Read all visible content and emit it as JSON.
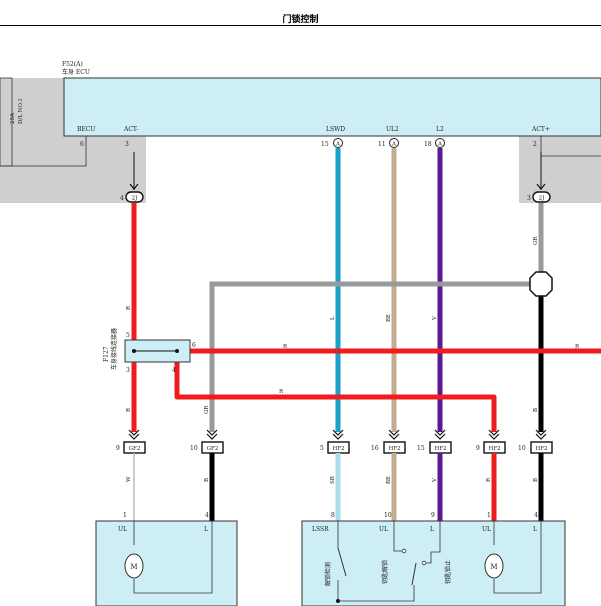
{
  "title": "门锁控制",
  "ecu": {
    "code": "F52(A)",
    "name": "车身 ECU",
    "pins": [
      {
        "name": "BECU",
        "number": "6"
      },
      {
        "name": "ACT-",
        "number": "3"
      },
      {
        "name": "LSWD",
        "number": "15",
        "marker": "A"
      },
      {
        "name": "UL2",
        "number": "11",
        "marker": "A"
      },
      {
        "name": "L2",
        "number": "18",
        "marker": "A"
      },
      {
        "name": "ACT+",
        "number": "2"
      }
    ]
  },
  "fuse": {
    "rating": "25A",
    "name": "D/L NO.1"
  },
  "connectors": {
    "j1_left": {
      "pin": "4",
      "id": "2J"
    },
    "j1_right": {
      "pin": "3",
      "id": "2J"
    }
  },
  "junction": {
    "code": "F127",
    "name": "车身接线连接器",
    "pins": [
      "5",
      "6",
      "3",
      "4"
    ]
  },
  "wire_colors": {
    "gr_right": "GR",
    "r_left_upper": "R",
    "l": "L",
    "be": "BE",
    "v": "V",
    "r_main": "R",
    "r_lower": "R",
    "r_left_lower": "R",
    "gr_left": "GR",
    "b_right": "B",
    "w": "W",
    "b_left": "B",
    "sb": "SB",
    "be_lower": "BE",
    "v_lower": "V",
    "r_right_lower": "R",
    "b_far": "B"
  },
  "plugs": [
    {
      "pin": "9",
      "id": "GF2"
    },
    {
      "pin": "10",
      "id": "GF2"
    },
    {
      "pin": "5",
      "id": "HF2"
    },
    {
      "pin": "16",
      "id": "HF2"
    },
    {
      "pin": "15",
      "id": "HF2"
    },
    {
      "pin": "9",
      "id": "HF2"
    },
    {
      "pin": "10",
      "id": "HF2"
    }
  ],
  "left_actuator": {
    "pin_ul": "1",
    "pin_l": "4",
    "label_ul": "UL",
    "label_l": "L",
    "motor": "M"
  },
  "right_actuator": {
    "pins": [
      "8",
      "10",
      "9",
      "1",
      "4"
    ],
    "labels": [
      "LSSR",
      "UL",
      "L",
      "UL",
      "L"
    ],
    "switch_unlock_detect": "解锁检测",
    "switch_lock_unlock": "钥匙解锁",
    "switch_lock": "钥匙锁止",
    "motor": "M"
  },
  "colors": {
    "red": "#ee1c1c",
    "gray": "#9a9a9a",
    "blue": "#1ba1c8",
    "beige": "#c2ab8e",
    "violet": "#5b1a8f",
    "light_blue": "#a9dcec",
    "ecu_fill": "#cdeef4",
    "frame_gray": "#cfcfcf"
  }
}
